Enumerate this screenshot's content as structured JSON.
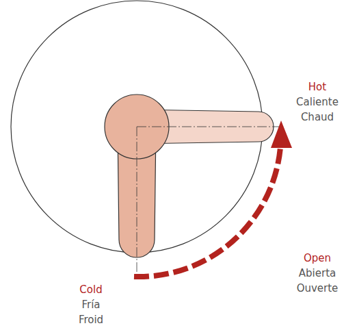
{
  "diagram": {
    "labels": [
      "Hot",
      "Caliente",
      "Chaud",
      "Open",
      "Abierta",
      "Ouverte",
      "Cold",
      "Fría",
      "Froid"
    ]
  }
}
